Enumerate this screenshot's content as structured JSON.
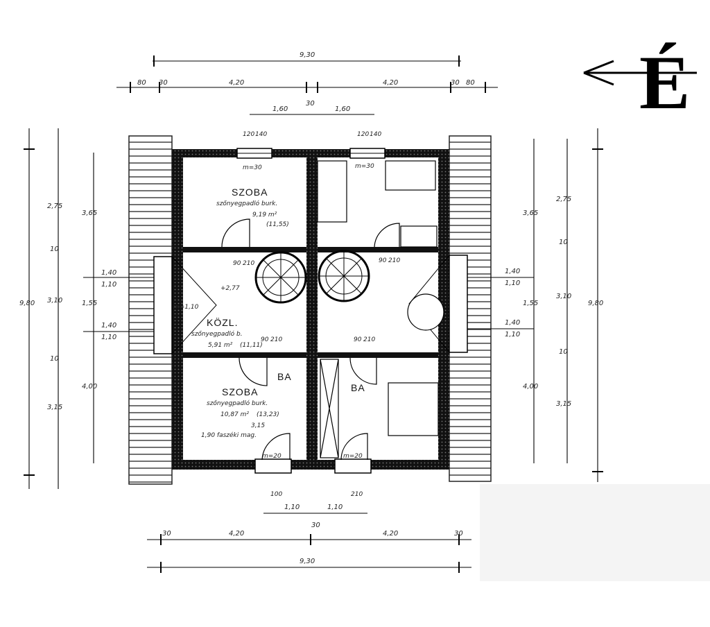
{
  "north": {
    "letter": "É"
  },
  "dimensions": {
    "top_total": "9,30",
    "top_parts": [
      "80",
      "30",
      "4,20",
      "4,20",
      "30",
      "80"
    ],
    "top_center": "30",
    "top_window_left": "1,60",
    "top_window_right": "1,60",
    "window_sizes": [
      "120",
      "140"
    ],
    "bottom_total": "9,30",
    "bottom_parts": [
      "30",
      "4,20",
      "30",
      "4,20",
      "30"
    ],
    "bottom_windows": [
      "1,10",
      "1,10"
    ],
    "bottom_sill": [
      "100",
      "210"
    ],
    "left_total": "9,80",
    "left_parts": [
      "2,75",
      "10",
      "3,10",
      "10",
      "3,15"
    ],
    "left_inner": [
      "3,65",
      "1,55",
      "4,00"
    ],
    "right_total": "9,80",
    "right_parts": [
      "2,75",
      "10",
      "3,10",
      "10",
      "3,15"
    ],
    "right_inner": [
      "3,65",
      "1,55",
      "4,00"
    ],
    "side_window": [
      "1,10",
      "1,10",
      "1,10",
      "1,10",
      "1,40",
      "1,40"
    ],
    "door": [
      "90",
      "210"
    ]
  },
  "rooms": {
    "room1": {
      "name": "SZOBA",
      "floor": "szőnyegpadló burk.",
      "area": "9,19 m²",
      "area2": "(11,55)"
    },
    "hall": {
      "name": "KÖZL.",
      "floor": "szőnyegpadló b.",
      "area": "5,91 m²",
      "area2": "(11,11)",
      "level": "+2,77"
    },
    "room2": {
      "name": "SZOBA",
      "floor": "szőnyegpadló burk.",
      "area": "10,87 m²",
      "area2": "(13,23)",
      "note": "1,90 faszéki mag.",
      "width": "3,15"
    }
  },
  "labels": {
    "m_tags": [
      "m=30",
      "m=30",
      "m=20",
      "m=20",
      "m=1,10"
    ],
    "ba": [
      "BA",
      "BA"
    ]
  }
}
